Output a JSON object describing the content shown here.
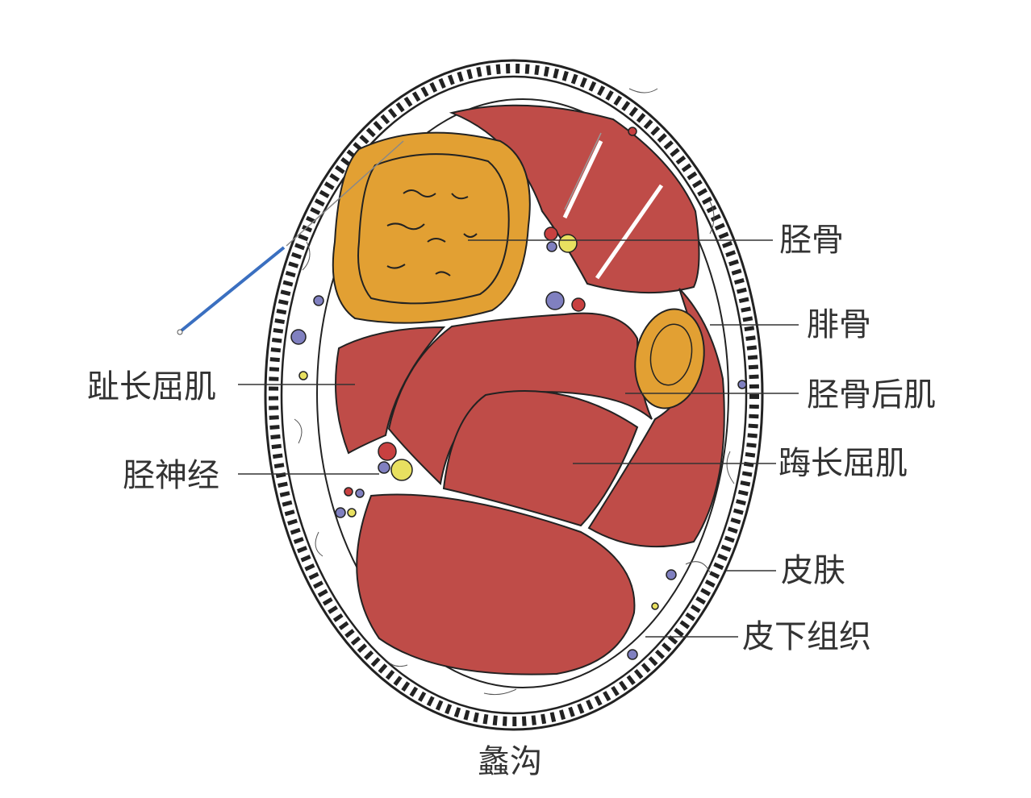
{
  "labels": {
    "tibia": "胫骨",
    "fibula": "腓骨",
    "tibialis_posterior": "胫骨后肌",
    "flexor_digitorum_longus": "趾长屈肌",
    "tibial_nerve": "胫神经",
    "flexor_hallucis_longus": "踇长屈肌",
    "skin": "皮肤",
    "subcutaneous_tissue": "皮下组织"
  },
  "caption": "蠡沟",
  "colors": {
    "muscle": "#bf4c48",
    "bone": "#e2a033",
    "vein": "#8080c0",
    "nerve": "#e8e060",
    "artery": "#c84040",
    "needle": "#3a6fc0"
  }
}
